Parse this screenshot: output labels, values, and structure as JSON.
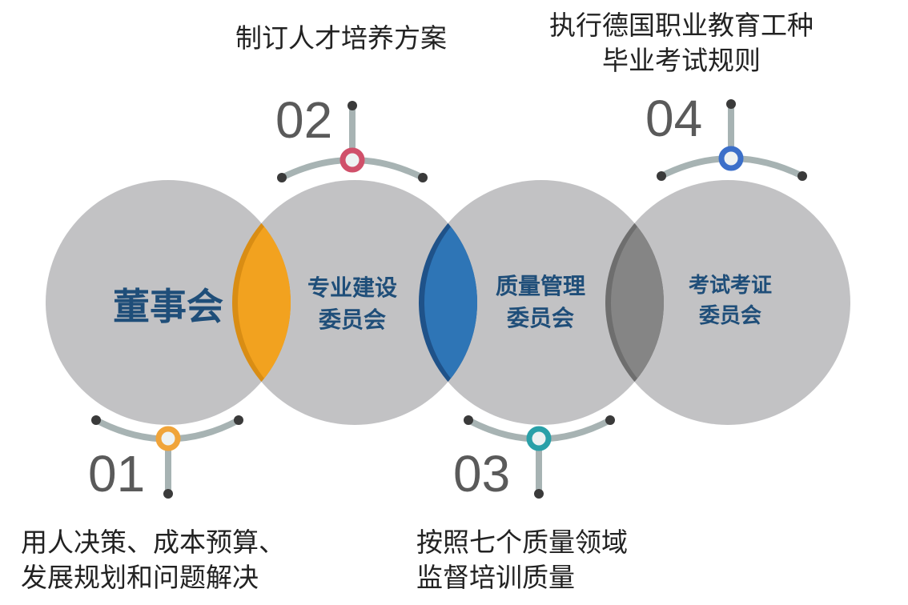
{
  "colors": {
    "circle": "#c2c2c4",
    "orange": "#f0a020",
    "blue": "#2e75b6",
    "gray": "#858585",
    "text": "#1f4e79",
    "connector": "#a7b3b3",
    "dot": "#3a3a3a",
    "ring1": "#f0a43a",
    "ring2": "#d0506a",
    "ring3": "#2aa0a8",
    "ring4": "#3b6fc9"
  },
  "circles": [
    {
      "line1": "董事会",
      "line2": ""
    },
    {
      "line1": "专业建设",
      "line2": "委员会"
    },
    {
      "line1": "质量管理",
      "line2": "委员会"
    },
    {
      "line1": "考试考证",
      "line2": "委员会"
    }
  ],
  "steps": [
    {
      "number": "01",
      "line1": "用人决策、成本预算、",
      "line2": "发展规划和问题解决"
    },
    {
      "number": "02",
      "line1": "制订人才培养方案",
      "line2": ""
    },
    {
      "number": "03",
      "line1": "按照七个质量领域",
      "line2": "监督培训质量"
    },
    {
      "number": "04",
      "line1": "执行德国职业教育工种",
      "line2": "毕业考试规则"
    }
  ]
}
